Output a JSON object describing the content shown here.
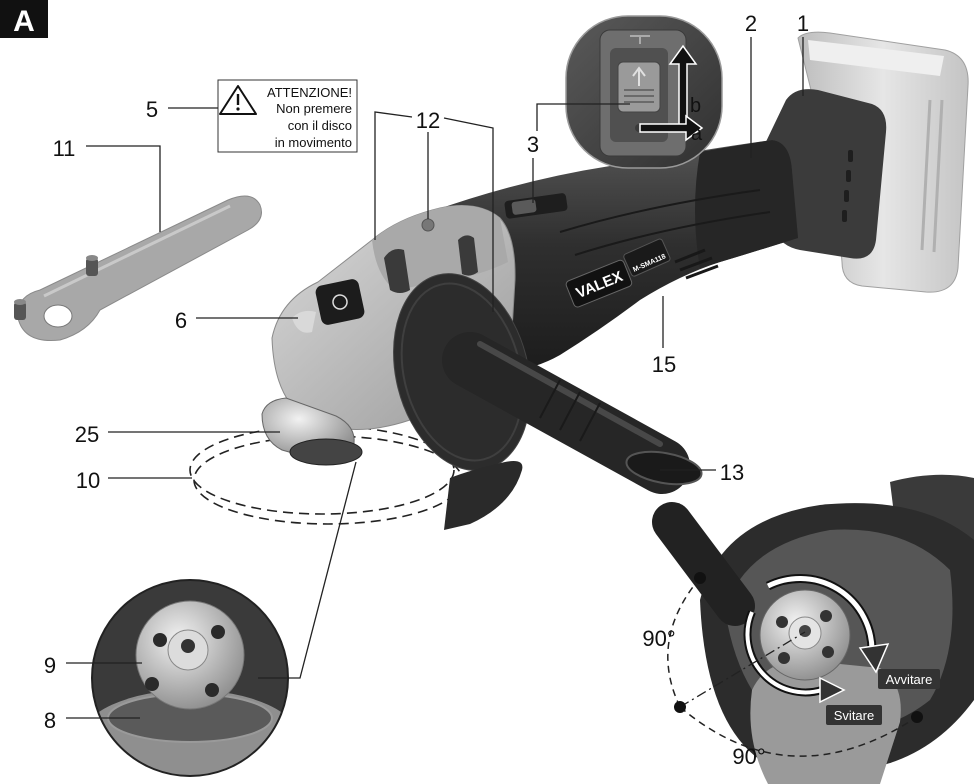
{
  "figure_label": "A",
  "warning": {
    "title": "ATTENZIONE!",
    "lines": [
      "Non premere",
      "con il disco",
      "in movimento"
    ]
  },
  "callouts": [
    "1",
    "2",
    "3",
    "5",
    "6",
    "8",
    "9",
    "10",
    "11",
    "12",
    "13",
    "15",
    "25"
  ],
  "switch_inset": {
    "up_label": "b",
    "right_label": "a"
  },
  "flange_inset": {
    "angle_left": "90°",
    "angle_bottom": "90°",
    "tighten_label": "Avvitare",
    "loosen_label": "Svitare"
  },
  "branding": {
    "brand": "VALEX",
    "model": "M-SMA118"
  },
  "colors": {
    "housing": "#2e2e2e",
    "head": "#bdbdbd",
    "battery": "#d4d4d4",
    "label_box": "#333333"
  }
}
